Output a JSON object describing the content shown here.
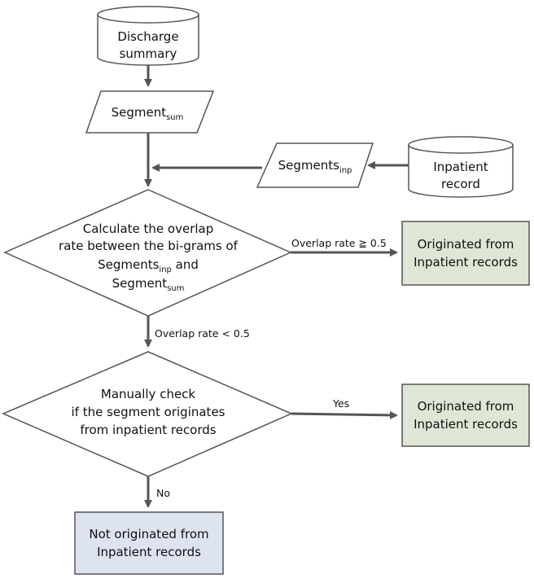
{
  "nodes": {
    "discharge_summary": {
      "lines": [
        "Discharge",
        "summary"
      ]
    },
    "segment_sum": {
      "base": "Segment",
      "sub": "sum"
    },
    "segments_inp": {
      "base": "Segments",
      "sub": "inp"
    },
    "inpatient_record": {
      "lines": [
        "Inpatient",
        "record"
      ]
    },
    "decision_overlap": {
      "line1": "Calculate the overlap",
      "line2": "rate between the bi-grams of",
      "line3_base": "Segments",
      "line3_sub": "inp",
      "line3_tail": " and",
      "line4_base": "Segment",
      "line4_sub": "sum"
    },
    "result_overlap": {
      "lines": [
        "Originated from",
        "Inpatient records"
      ]
    },
    "decision_manual": {
      "lines": [
        "Manually check",
        "if the segment originates",
        "from inpatient records"
      ]
    },
    "result_manual_yes": {
      "lines": [
        "Originated from",
        "Inpatient records"
      ]
    },
    "result_not_originated": {
      "lines": [
        "Not originated from",
        "Inpatient records"
      ]
    }
  },
  "edges": {
    "overlap_high": "Overlap rate ≧ 0.5",
    "overlap_low": "Overlap rate < 0.5",
    "manual_yes": "Yes",
    "manual_no": "No"
  },
  "colors": {
    "stroke": "#555555",
    "arrow": "#555555",
    "result_green": "#dfe6d5",
    "result_blue": "#dde3ef"
  }
}
